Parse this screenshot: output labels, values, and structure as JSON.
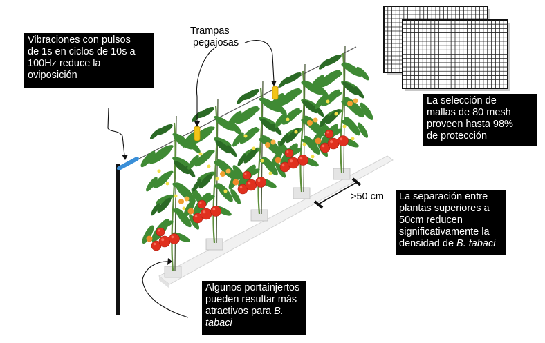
{
  "annotations": {
    "vibration": [
      "Vibraciones con pulsos",
      "de 1s en ciclos de 10s a",
      "100Hz reduce la",
      "oviposición"
    ],
    "traps": [
      "Trampas",
      "pegajosas"
    ],
    "mesh": [
      "La selección de",
      "mallas de 80 mesh",
      "proveen hasta 98%",
      "de protección"
    ],
    "spacing": [
      "La separación entre",
      "plantas superiores a",
      "50cm reducen",
      "significativamente la",
      "densidad de "
    ],
    "spacing_species": "B. tabaci",
    "distance": ">50 cm",
    "rootstock": [
      "Algunos portainjertos",
      "pueden resultar más",
      "atractivos para "
    ],
    "rootstock_species_a": "B.",
    "rootstock_species_b": "tabaci"
  },
  "colors": {
    "box_bg": "#000000",
    "box_text": "#ffffff",
    "leaf": "#3f8a34",
    "leaf_dark": "#2b6a25",
    "tomato": "#e0301e",
    "trap": "#f2c418",
    "vibrator": "#3a8fd8"
  },
  "icons": [
    "mesh-panel-icon",
    "tomato-plant-icon",
    "sticky-trap-icon",
    "vibrator-icon"
  ]
}
